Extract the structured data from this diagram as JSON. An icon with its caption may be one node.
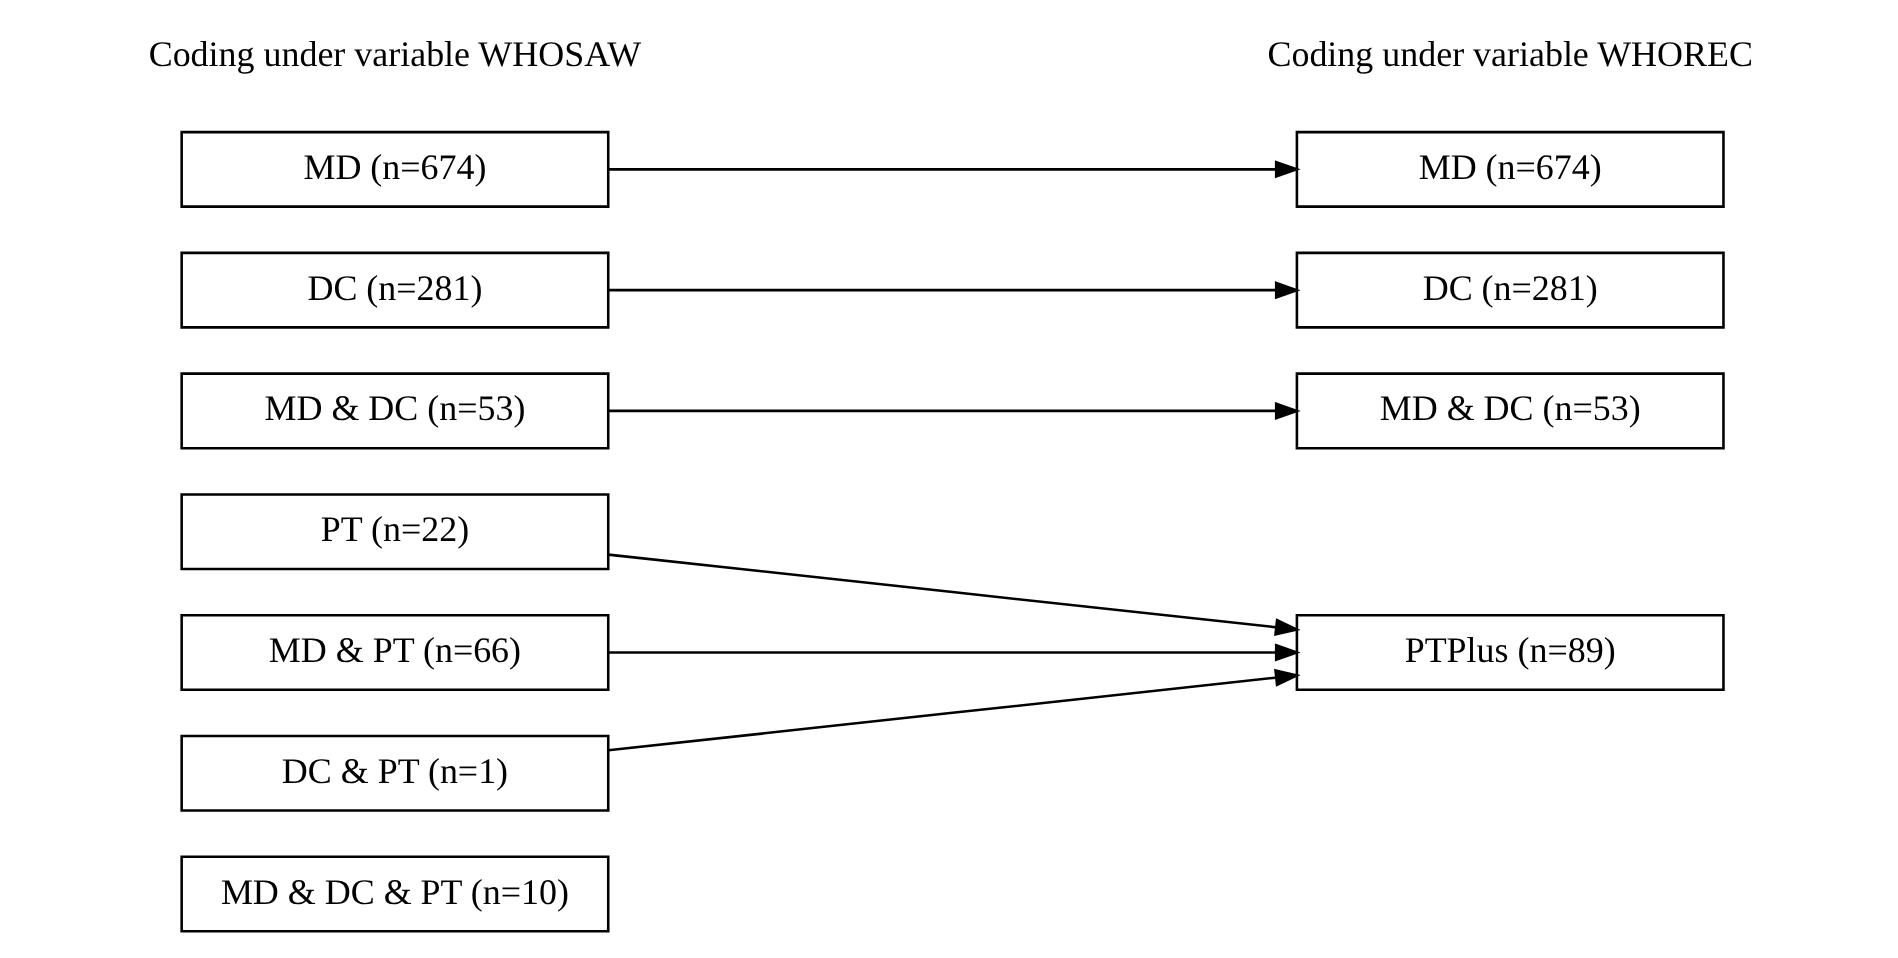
{
  "diagram": {
    "nodes": [
      {
        "text": [
          "MD (n=674)"
        ]
      },
      {
        "text": [
          "DC (n=281)"
        ]
      },
      {
        "text": [
          "MD & DC (n=53)"
        ]
      },
      {
        "text": [
          "PT (n=22)"
        ]
      },
      {
        "text": [
          "MD & PT (n=66)"
        ]
      },
      {
        "text": [
          "DC & PT (n=1)"
        ]
      },
      {
        "text": [
          "MD & DC & PT (n=10)"
        ]
      },
      {
        "text": [
          "MD (n=674)"
        ]
      },
      {
        "text": [
          "DC (n=281)"
        ]
      },
      {
        "text": [
          "MD & DC (n=53)"
        ]
      },
      {
        "text": [
          "PTPlus (n=89)"
        ]
      }
    ],
    "edges": [
      {
        "from": 0,
        "to": 7,
        "arrow": "to"
      },
      {
        "from": 1,
        "to": 8,
        "arrow": "to"
      },
      {
        "from": 2,
        "to": 9,
        "arrow": "to"
      },
      {
        "from": 3,
        "to": 10,
        "arrow": "to"
      },
      {
        "from": 4,
        "to": 10,
        "arrow": "to"
      },
      {
        "from": 5,
        "to": 10,
        "arrow": "to"
      }
    ],
    "labels": [
      "Coding under variable WHOSAW",
      "Coding under variable WHOREC"
    ]
  }
}
